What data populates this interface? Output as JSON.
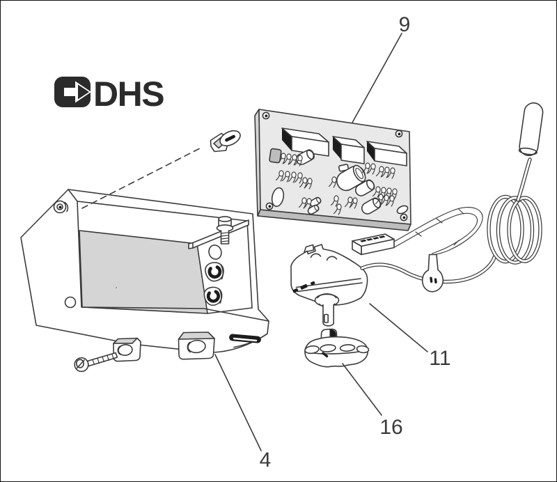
{
  "page": {
    "background": "#ffffff",
    "border_color": "#111111"
  },
  "logo": {
    "text": "DHS",
    "color": "#2b2b2b"
  },
  "palette": {
    "line": "#3a3a3a",
    "paper": "#ffffff",
    "shade_light": "#d5d5d5",
    "shade_mid": "#bdbdbd",
    "board_face": "#e9e9e9",
    "dark_accent": "#1c1c1c"
  },
  "callouts": [
    {
      "label": "9",
      "part": "circuit-board"
    },
    {
      "label": "11",
      "part": "thermostat"
    },
    {
      "label": "16",
      "part": "control-knob"
    },
    {
      "label": "4",
      "part": "enclosure-box"
    }
  ]
}
